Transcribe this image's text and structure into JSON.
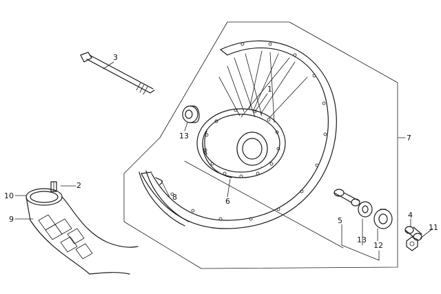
{
  "diagram": {
    "callouts": [
      {
        "id": "c1",
        "text": "1"
      },
      {
        "id": "c2",
        "text": "2"
      },
      {
        "id": "c3",
        "text": "3"
      },
      {
        "id": "c4",
        "text": "4"
      },
      {
        "id": "c5",
        "text": "5"
      },
      {
        "id": "c6",
        "text": "6"
      },
      {
        "id": "c7",
        "text": "7"
      },
      {
        "id": "c8",
        "text": "8"
      },
      {
        "id": "c9",
        "text": "9"
      },
      {
        "id": "c10",
        "text": "10"
      },
      {
        "id": "c11",
        "text": "11"
      },
      {
        "id": "c12",
        "text": "12"
      },
      {
        "id": "c13a",
        "text": "13"
      },
      {
        "id": "c13b",
        "text": "13"
      }
    ]
  }
}
